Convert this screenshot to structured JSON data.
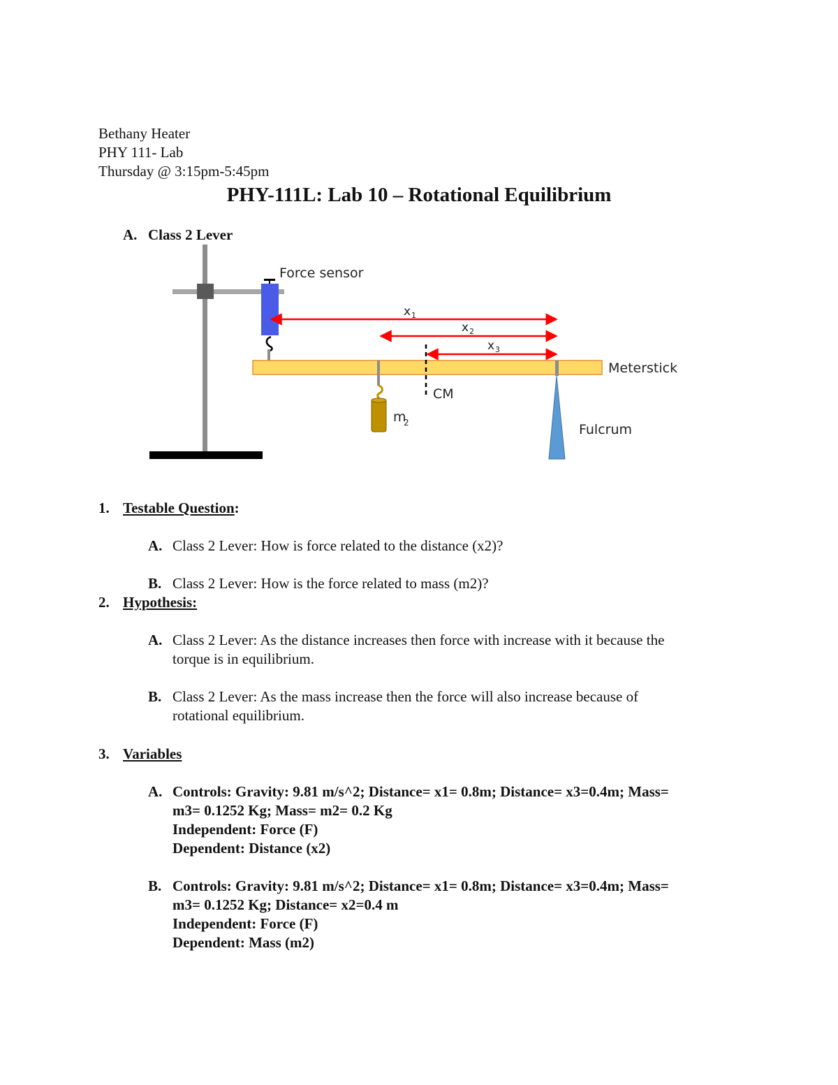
{
  "header": {
    "name": "Bethany Heater",
    "course": "PHY 111- Lab",
    "time": "Thursday @ 3:15pm-5:45pm"
  },
  "title": "PHY-111L: Lab 10 – Rotational Equilibrium",
  "section_a": {
    "letter": "A.",
    "label": "Class 2 Lever"
  },
  "diagram": {
    "force_sensor_label": "Force sensor",
    "meterstick_label": "Meterstick",
    "fulcrum_label": "Fulcrum",
    "cm_label": "CM",
    "m2_label": "m",
    "m2_sub": "2",
    "x1_label": "x",
    "x1_sub": "1",
    "x2_label": "x",
    "x2_sub": "2",
    "x3_label": "x",
    "x3_sub": "3",
    "colors": {
      "sensor": "#4a5be8",
      "meterstick": "#ffd966",
      "meterstick_border": "#e69138",
      "arrow": "#ff0000",
      "fulcrum": "#5b9bd5",
      "mass": "#bf9000",
      "stand": "#8c8c8c",
      "base": "#000000"
    }
  },
  "q1": {
    "num": "1.",
    "heading": "Testable Question",
    "colon": ":",
    "a_letter": "A.",
    "a_text": "Class 2 Lever: How is force related to the distance (x2)?",
    "b_letter": "B.",
    "b_text": "Class 2 Lever: How is the force related to mass (m2)?"
  },
  "q2": {
    "num": "2.",
    "heading": "Hypothesis:",
    "a_letter": "A.",
    "a_line1": "Class 2 Lever: As the distance increases then force with increase with it because the",
    "a_line2": "torque is in equilibrium.",
    "b_letter": "B.",
    "b_line1": "Class 2 Lever:   As the mass increase then the force will also increase because of",
    "b_line2": "rotational equilibrium."
  },
  "q3": {
    "num": "3.",
    "heading": "Variables",
    "a_letter": "A.",
    "a_line1": "Controls:  Gravity: 9.81 m/s^2; Distance= x1= 0.8m; Distance= x3=0.4m; Mass=",
    "a_line2": "m3= 0.1252 Kg; Mass= m2= 0.2 Kg",
    "a_line3": "Independent: Force (F)",
    "a_line4": "Dependent: Distance (x2)",
    "b_letter": "B.",
    "b_line1": "Controls:  Gravity: 9.81 m/s^2; Distance= x1= 0.8m; Distance= x3=0.4m; Mass=",
    "b_line2": "m3= 0.1252 Kg; Distance= x2=0.4 m",
    "b_line3": "Independent:  Force (F)",
    "b_line4": "Dependent: Mass (m2)"
  }
}
